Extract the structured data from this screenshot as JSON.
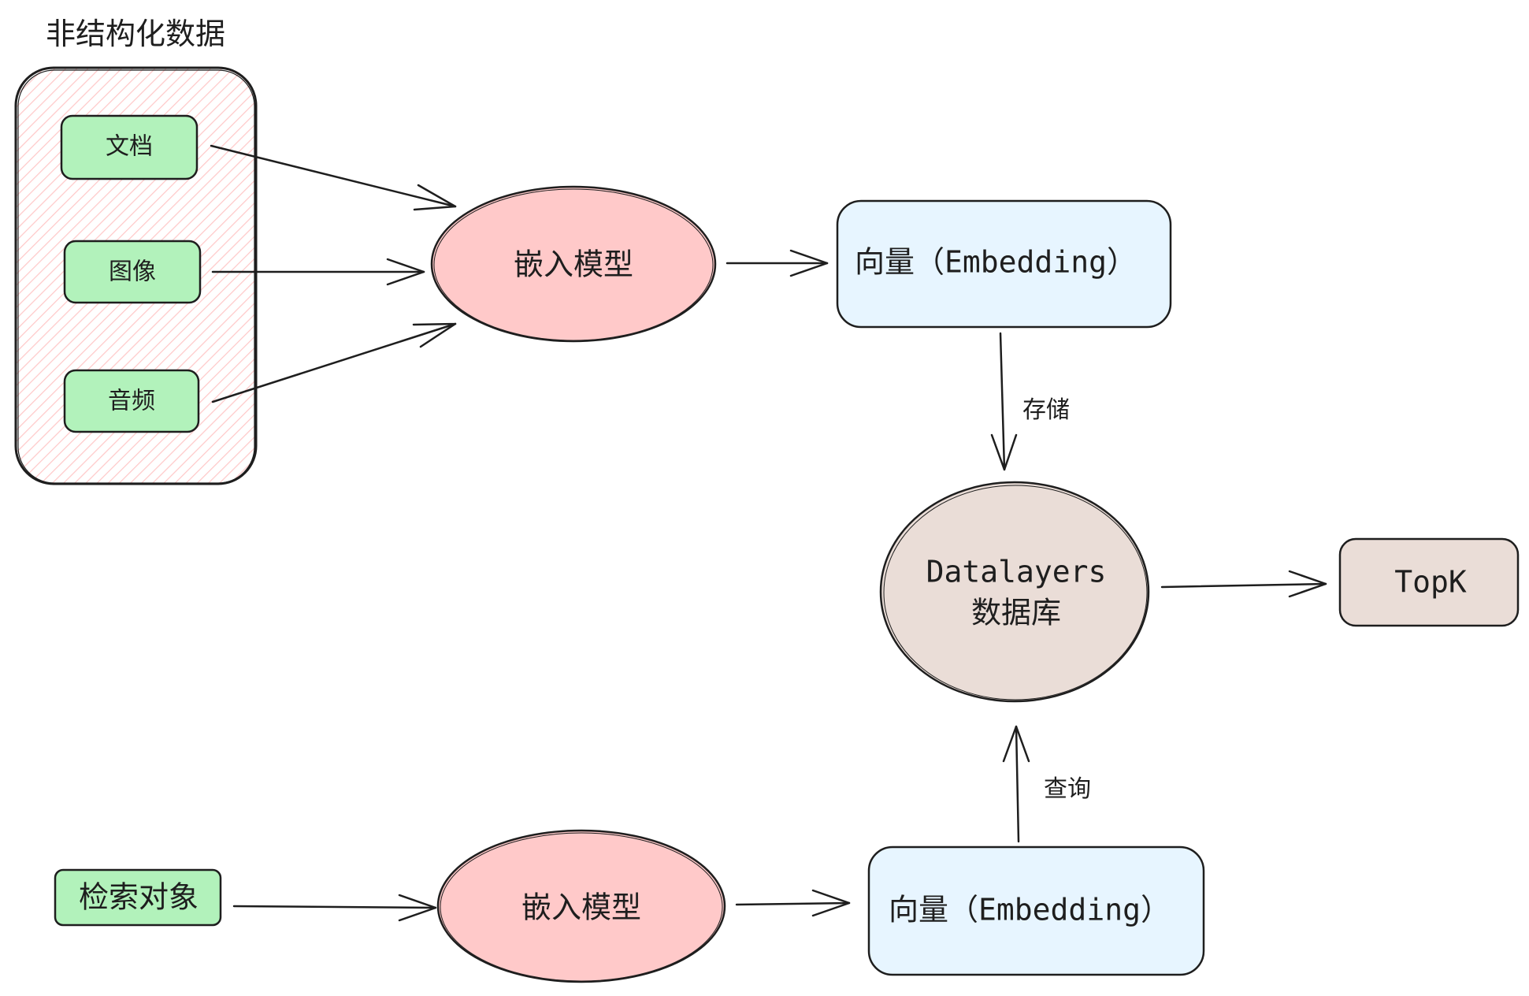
{
  "group": {
    "title": "非结构化数据",
    "items": [
      "文档",
      "图像",
      "音频"
    ]
  },
  "top": {
    "model_label": "嵌入模型",
    "vector_label": "向量（Embedding）"
  },
  "database": {
    "line1": "Datalayers",
    "line2": "数据库"
  },
  "result": {
    "label": "TopK"
  },
  "bottom": {
    "query_label": "检索对象",
    "model_label": "嵌入模型",
    "vector_label": "向量（Embedding）"
  },
  "edges": {
    "store_label": "存储",
    "query_label": "查询"
  },
  "colors": {
    "stroke": "#1e1e1e",
    "group_hatch": "#ffc9c9",
    "item_fill": "#b2f2bb",
    "model_fill": "#ffc9c9",
    "vector_fill": "#e7f5ff",
    "database_fill": "#eaddd7",
    "topk_fill": "#eaddd7"
  }
}
